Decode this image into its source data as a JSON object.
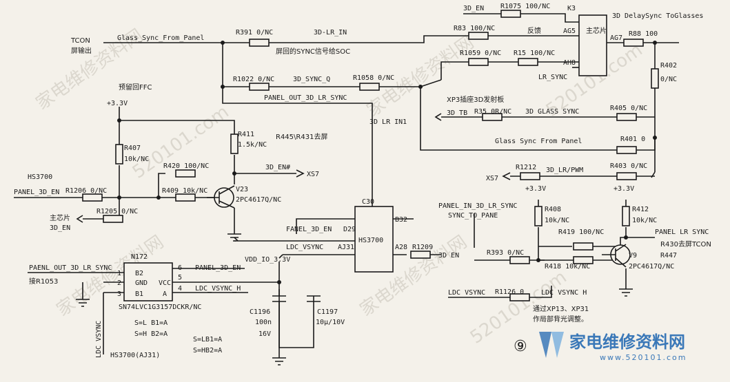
{
  "labels": {
    "tcon": "TCON",
    "tcon_out": "屏输出",
    "glass_sync_from_panel": "Glass_Sync_From_Panel",
    "r391": "R391 0/NC",
    "d3_lr_in": "3D-LR_IN",
    "screen_sync_note": "屏回的SYNC信号给SOC",
    "d3_en_top": "3D_EN",
    "r1075": "R1075 100/NC",
    "k3": "K3",
    "delaysync": "3D DelaySync ToGlasses",
    "r83": "R83 100/NC",
    "feedback": "反馈",
    "ag5": "AG5",
    "main_chip": "主芯片",
    "ag7": "AG7",
    "r88": "R88 100",
    "r1059": "R1059 0/NC",
    "r15": "R15 100/NC",
    "ah8": "AH8",
    "lr_sync": "LR_SYNC",
    "r402": "R402",
    "r402_val": "0/NC",
    "r1022": "R1022 0/NC",
    "d3_sync_q": "3D_SYNC_Q",
    "r1058": "R1058 0/NC",
    "reserve_ffc": "预留回FFC",
    "panel_out_3d_lr_sync": "PANEL_OUT_3D_LR_SYNC",
    "xp3_note": "XP3插座3D发射板",
    "v33_a": "+3.3V",
    "d3_tb": "3D TB",
    "r35": "R35 0R/NC",
    "d3_glass_sync": "3D GLASS SYNC",
    "r405": "R405 0/NC",
    "d3_lr_in1": "3D LR IN1",
    "r411": "R411",
    "r411_val": "1.5k/NC",
    "r445_note": "R445\\R431去屏",
    "r407": "R407",
    "r407_val": "10k/NC",
    "glass_sync_from_panel2": "Glass Sync From Panel",
    "r401": "R401 0",
    "hs3700_a": "HS3700",
    "panel_3d_en": "PANEL_3D_EN",
    "r1206": "R1206 0/NC",
    "r420": "R420 100/NC",
    "d3_en_hash": "3D_EN#",
    "xs7_a": "XS7",
    "r1212": "R1212",
    "d3_lr_pwm": "3D_LR/PWM",
    "r403": "R403 0/NC",
    "xs7_b": "XS7",
    "v33_b": "+3.3V",
    "v33_c": "+3.3V",
    "r409": "R409 10k/NC",
    "v23": "V23",
    "v23_part": "2PC4617Q/NC",
    "main_chip_label": "主芯片",
    "d3_en_left": "3D_EN",
    "r1205": "R1205 0/NC",
    "c30": "C30",
    "panel_in_3d_lr_sync": "PANEL_IN_3D_LR_SYNC",
    "sync_to_pane": "SYNC_TO_PANE",
    "r408": "R408",
    "r408_val": "10k/NC",
    "r412": "R412",
    "r412_val": "10k/NC",
    "b32": "B32",
    "fanel_3d_en": "FANEL_3D_EN",
    "d29": "D29",
    "hs3700_chip": "HS3700",
    "r419": "R419 100/NC",
    "panel_lr_sync": "PANEL LR SYNC",
    "r430_note": "R430去屏TCON",
    "ldc_vsync": "LDC_VSYNC",
    "aj31": "AJ31",
    "a28": "A28",
    "r1209": "R1209",
    "d3_en_b": "3D EN",
    "r393": "R393 0/NC",
    "r447": "R447",
    "n172": "N172",
    "vdd_io": "VDD_IO_3.3V",
    "r418": "R418 10k/NC",
    "v9": "V9",
    "v9_part": "2PC4617Q/NC",
    "paenl_out": "PAENL_OUT_3D_LR_SYNC",
    "pin_b2": "B2",
    "pin_6": "6",
    "panel_3d_en2": "PANEL_3D_EN",
    "pin_1": "1",
    "jie_r1053": "接R1053",
    "pin_2": "2",
    "pin_gnd": "GND",
    "pin_vcc": "VCC",
    "pin_5": "5",
    "pin_3": "3",
    "pin_b1": "B1",
    "pin_a": "A",
    "pin_4": "4",
    "ldc_vsync_h": "LDC_VSYNC_H",
    "sn74": "SN74LVC1G3157DCKR/NC",
    "c1196": "C1196",
    "c1196_val": "100n",
    "c1196_v": "16V",
    "c1197": "C1197",
    "c1197_val": "10μ/10V",
    "ldc_vsync_b": "LDC VSYNC",
    "r1126": "R1126 0",
    "ldc_vsync_h2": "LDC VSYNC H",
    "xp_note1": "通过XP13、XP31",
    "xp_note2": "作局部背光调整。",
    "ldc_vsync_v": "LDC VSYNC",
    "s_l": "S=L  B1=A",
    "s_h": "S=H  B2=A",
    "s_lb": "S=LB1=A",
    "s_hb": "S=HB2=A",
    "hs3700_aj31": "HS3700(AJ31)",
    "fig_num": "⑨",
    "logo_text": "家电维修资料网",
    "logo_url": "www.520101.com"
  },
  "watermarks": [
    "家电维修资料网",
    "家电维修资料网",
    "家电维修资料网",
    "家电维修资料网",
    "520101.com",
    "520101.com",
    "520101.com"
  ],
  "colors": {
    "ink": "#1a1a1a",
    "paper": "#f4f1ea",
    "logo": "#3a78b8"
  }
}
